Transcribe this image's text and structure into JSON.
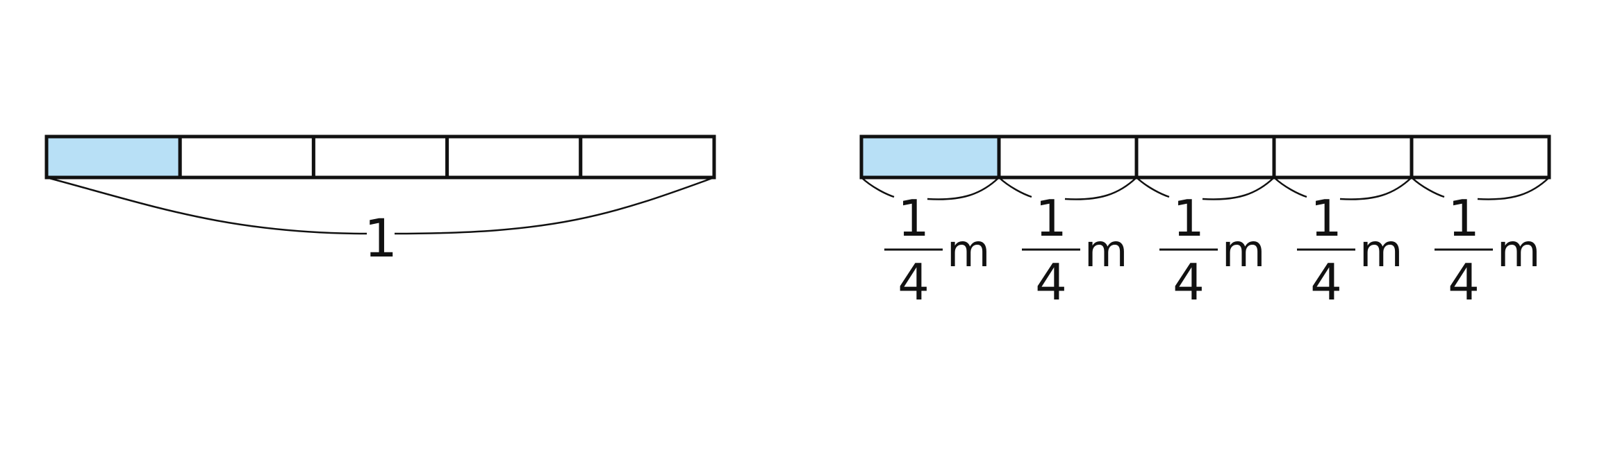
{
  "colors": {
    "stroke": "#111111",
    "shaded_fill": "#b8e0f6",
    "empty_fill": "#ffffff",
    "background": "#ffffff"
  },
  "left_bar": {
    "segments": 5,
    "shaded_segments": 1,
    "total_label": "1"
  },
  "right_bar": {
    "segments": 5,
    "shaded_segments": 1,
    "segment_labels": [
      {
        "numerator": "1",
        "denominator": "4",
        "unit": "m"
      },
      {
        "numerator": "1",
        "denominator": "4",
        "unit": "m"
      },
      {
        "numerator": "1",
        "denominator": "4",
        "unit": "m"
      },
      {
        "numerator": "1",
        "denominator": "4",
        "unit": "m"
      },
      {
        "numerator": "1",
        "denominator": "4",
        "unit": "m"
      }
    ]
  }
}
